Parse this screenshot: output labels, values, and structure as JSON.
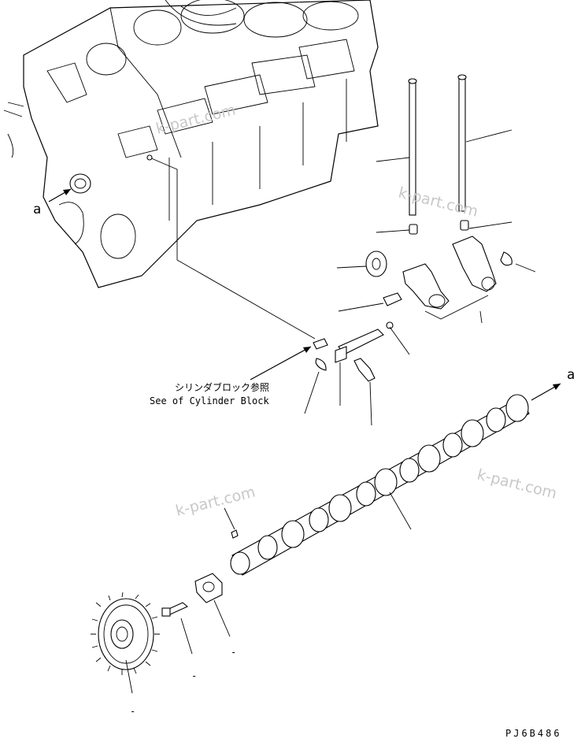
{
  "diagram": {
    "view_labels": {
      "left_a": "a",
      "right_a": "a"
    },
    "reference_note": {
      "japanese": "シリンダブロック参照",
      "english": "See of Cylinder Block"
    },
    "watermark_text": "k-part.com",
    "drawing_code": "PJ6B486",
    "part_index_marks": [
      "-",
      "-",
      "-"
    ]
  }
}
